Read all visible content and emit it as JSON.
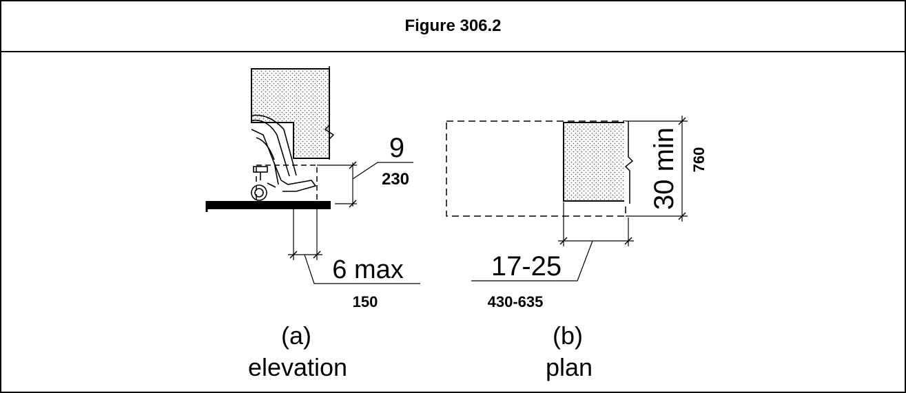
{
  "figure": {
    "title": "Figure 306.2"
  },
  "elevation": {
    "height_in": "9",
    "height_mm": "230",
    "depth_in": "6 max",
    "depth_mm": "150",
    "letter": "(a)",
    "caption": "elevation"
  },
  "plan": {
    "width_in": "30 min",
    "width_mm": "760",
    "depth_in": "17-25",
    "depth_mm": "430-635",
    "letter": "(b)",
    "caption": "plan"
  },
  "colors": {
    "ink": "#000000",
    "background": "#ffffff"
  }
}
